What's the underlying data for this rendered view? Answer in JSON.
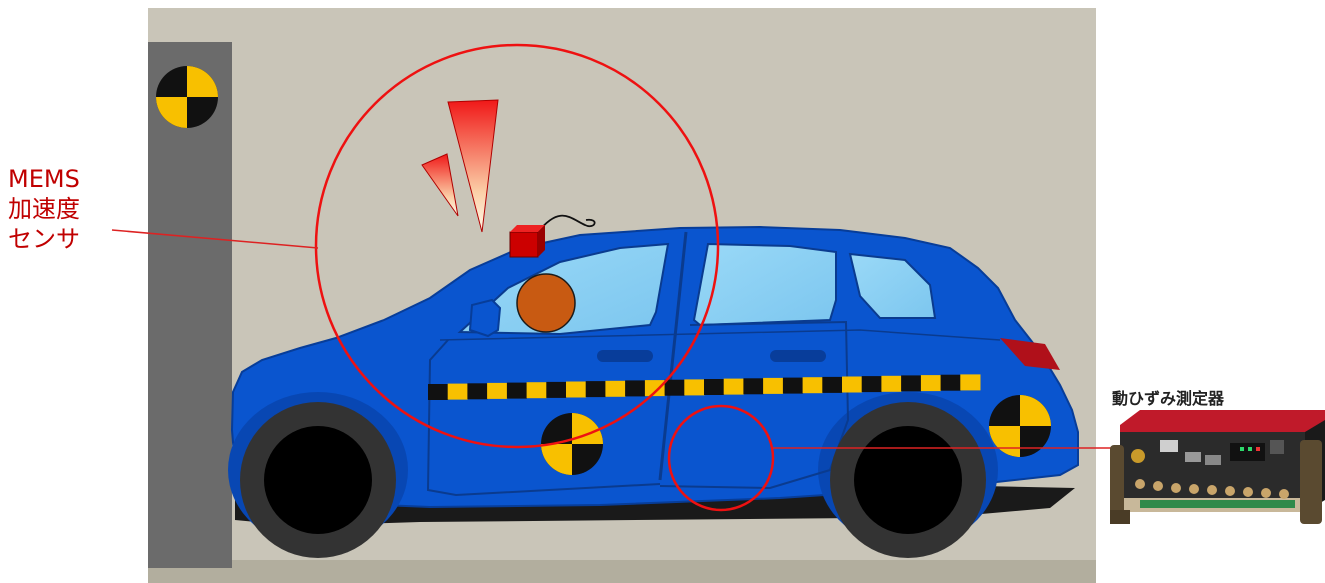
{
  "labels": {
    "sensor": [
      "MEMS",
      "加速度",
      "センサ"
    ],
    "instrument": "動ひずみ測定器"
  },
  "colors": {
    "background_wall": "#c9c5b8",
    "floor": "#b2ae9e",
    "barrier": "#6b6b6b",
    "car_body": "#0a55cf",
    "window": "#8fd0f3",
    "stripe_yellow": "#f8c000",
    "stripe_black": "#111111",
    "highlight": "#ee1111",
    "label_red": "#c00000",
    "sensor_box": "#cc0000",
    "driver_head": "#c85a12",
    "device_top": "#c01a2a"
  },
  "icons": {
    "crash-target": "black/yellow quartered circle",
    "impact-spark": "red-to-cream triangle burst"
  }
}
